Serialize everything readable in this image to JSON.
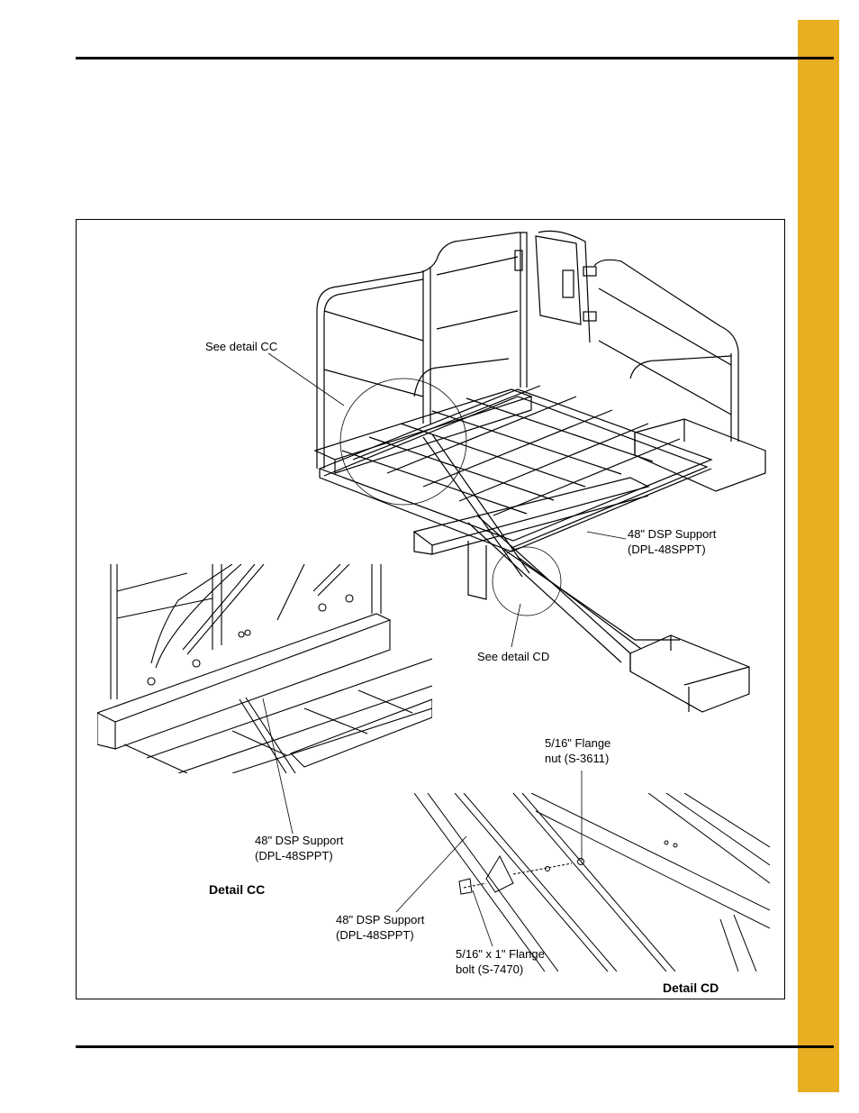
{
  "colors": {
    "accent_tab": "#E9AE22",
    "rule": "#000000",
    "line_art": "#000000"
  },
  "labels": {
    "see_detail_cc": "See detail CC",
    "dsp_support_main_1": "48\" DSP Support",
    "dsp_support_main_2": "(DPL-48SPPT)",
    "see_detail_cd": "See detail CD",
    "flange_nut_1": "5/16\" Flange",
    "flange_nut_2": "nut (S-3611)",
    "dsp_support_cc_1": "48\" DSP Support",
    "dsp_support_cc_2": "(DPL-48SPPT)",
    "detail_cc": "Detail CC",
    "dsp_support_cd_1": "48\" DSP Support",
    "dsp_support_cd_2": "(DPL-48SPPT)",
    "flange_bolt_1": "5/16\" x 1\" Flange",
    "flange_bolt_2": "bolt (S-7470)",
    "detail_cd": "Detail CD"
  }
}
